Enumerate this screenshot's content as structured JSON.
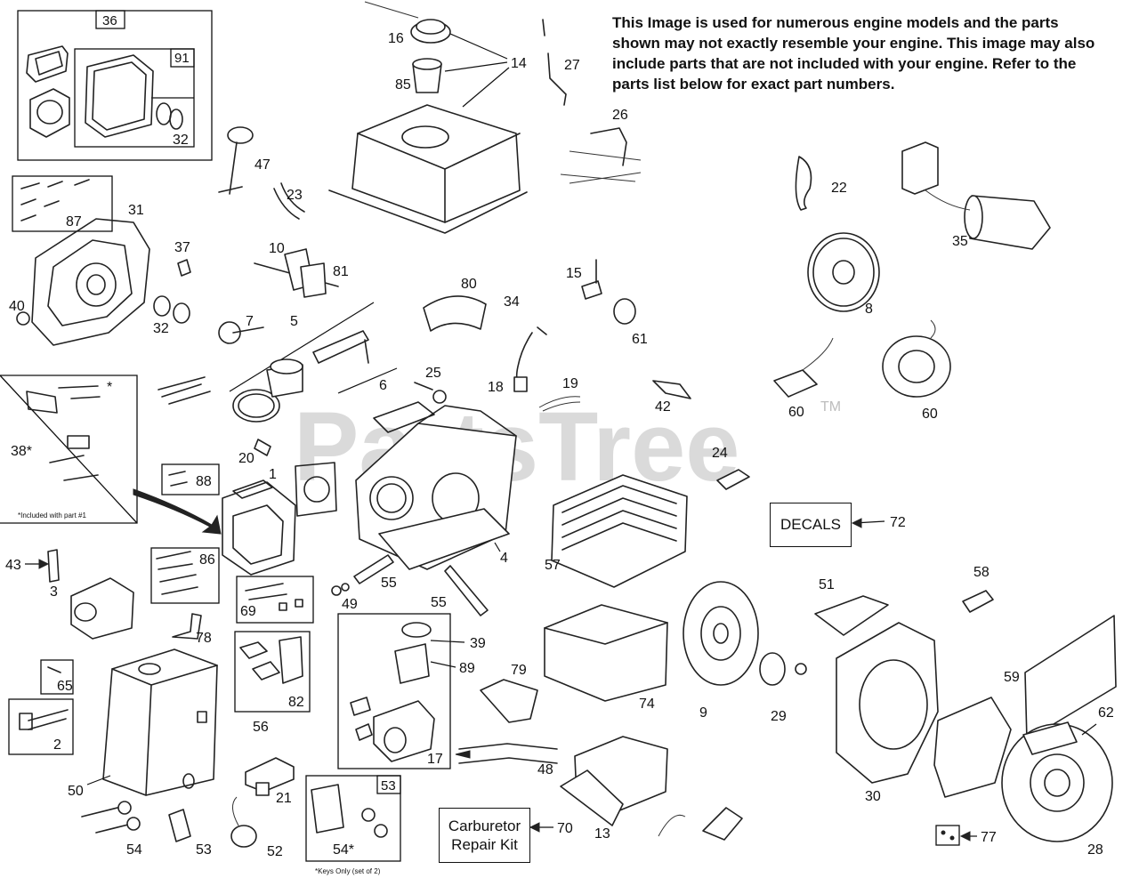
{
  "notice": "This Image is used for numerous engine models and the parts shown may not exactly resemble your engine. This image may also include parts that are not included with your engine. Refer to the parts list below for exact part numbers.",
  "watermark": "PartsTree",
  "trademark": "TM",
  "boxed_labels": {
    "decals": "DECALS",
    "carburetor_kit_line1": "Carburetor",
    "carburetor_kit_line2": "Repair Kit"
  },
  "footnotes": {
    "included_with_part_1": "*Included with part #1",
    "keys_only": "*Keys Only (set of 2)"
  },
  "callouts": {
    "c1": "1",
    "c2": "2",
    "c3": "3",
    "c4": "4",
    "c5": "5",
    "c6": "6",
    "c7": "7",
    "c8": "8",
    "c9": "9",
    "c10": "10",
    "c13": "13",
    "c14": "14",
    "c15": "15",
    "c16": "16",
    "c17": "17",
    "c18": "18",
    "c19": "19",
    "c20": "20",
    "c21": "21",
    "c22": "22",
    "c23": "23",
    "c24": "24",
    "c25": "25",
    "c26": "26",
    "c27": "27",
    "c28": "28",
    "c29": "29",
    "c30": "30",
    "c31": "31",
    "c32": "32",
    "c32b": "32",
    "c34": "34",
    "c35": "35",
    "c36": "36",
    "c37": "37",
    "c38": "38*",
    "c39": "39",
    "c40": "40",
    "c42": "42",
    "c43": "43",
    "c47": "47",
    "c48": "48",
    "c49": "49",
    "c50": "50",
    "c51": "51",
    "c52": "52",
    "c53": "53",
    "c53b": "53",
    "c54": "54",
    "c54b": "54*",
    "c55": "55",
    "c55b": "55",
    "c56": "56",
    "c57": "57",
    "c58": "58",
    "c59": "59",
    "c60": "60",
    "c60b": "60",
    "c61": "61",
    "c62": "62",
    "c65": "65",
    "c69": "69",
    "c70": "70",
    "c72": "72",
    "c74": "74",
    "c77": "77",
    "c78": "78",
    "c79": "79",
    "c80": "80",
    "c81": "81",
    "c82": "82",
    "c85": "85",
    "c86": "86",
    "c87": "87",
    "c88": "88",
    "c89": "89",
    "c91": "91",
    "asterisk": "*"
  }
}
